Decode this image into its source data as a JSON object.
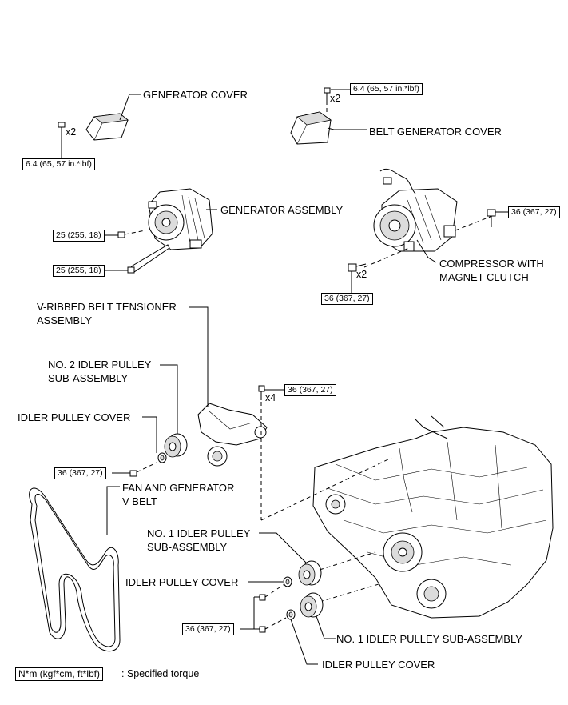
{
  "labels": {
    "generator_cover": "GENERATOR COVER",
    "belt_generator_cover": "BELT GENERATOR COVER",
    "generator_assembly": "GENERATOR ASSEMBLY",
    "compressor_line1": "COMPRESSOR WITH",
    "compressor_line2": "MAGNET CLUTCH",
    "tensioner_line1": "V-RIBBED BELT TENSIONER",
    "tensioner_line2": "ASSEMBLY",
    "no2_idler_line1": "NO. 2 IDLER PULLEY",
    "no2_idler_line2": "SUB-ASSEMBLY",
    "idler_pulley_cover_upper": "IDLER PULLEY COVER",
    "fan_belt_line1": "FAN AND GENERATOR",
    "fan_belt_line2": "V BELT",
    "no1_idler_line1": "NO. 1 IDLER PULLEY",
    "no1_idler_line2": "SUB-ASSEMBLY",
    "idler_pulley_cover_middle": "IDLER PULLEY COVER",
    "no1_idler_lower": "NO. 1 IDLER PULLEY SUB-ASSEMBLY",
    "idler_pulley_cover_lower": "IDLER PULLEY COVER"
  },
  "torques": {
    "generator_cover": "6.4 (65, 57 in.*lbf)",
    "belt_generator_cover": "6.4 (65, 57 in.*lbf)",
    "generator_bolt_upper": "25 (255, 18)",
    "generator_bolt_lower": "25 (255, 18)",
    "compressor_right": "36 (367, 27)",
    "compressor_lower": "36 (367, 27)",
    "tensioner_bolts": "36 (367, 27)",
    "no2_idler_bolt": "36 (367, 27)",
    "no1_idler_bolts": "36 (367, 27)"
  },
  "quantities": {
    "generator_cover": "x2",
    "belt_generator_cover": "x2",
    "compressor": "x2",
    "tensioner": "x4"
  },
  "legend": {
    "unit_box": "N*m (kgf*cm, ft*lbf)",
    "text": ": Specified torque"
  }
}
